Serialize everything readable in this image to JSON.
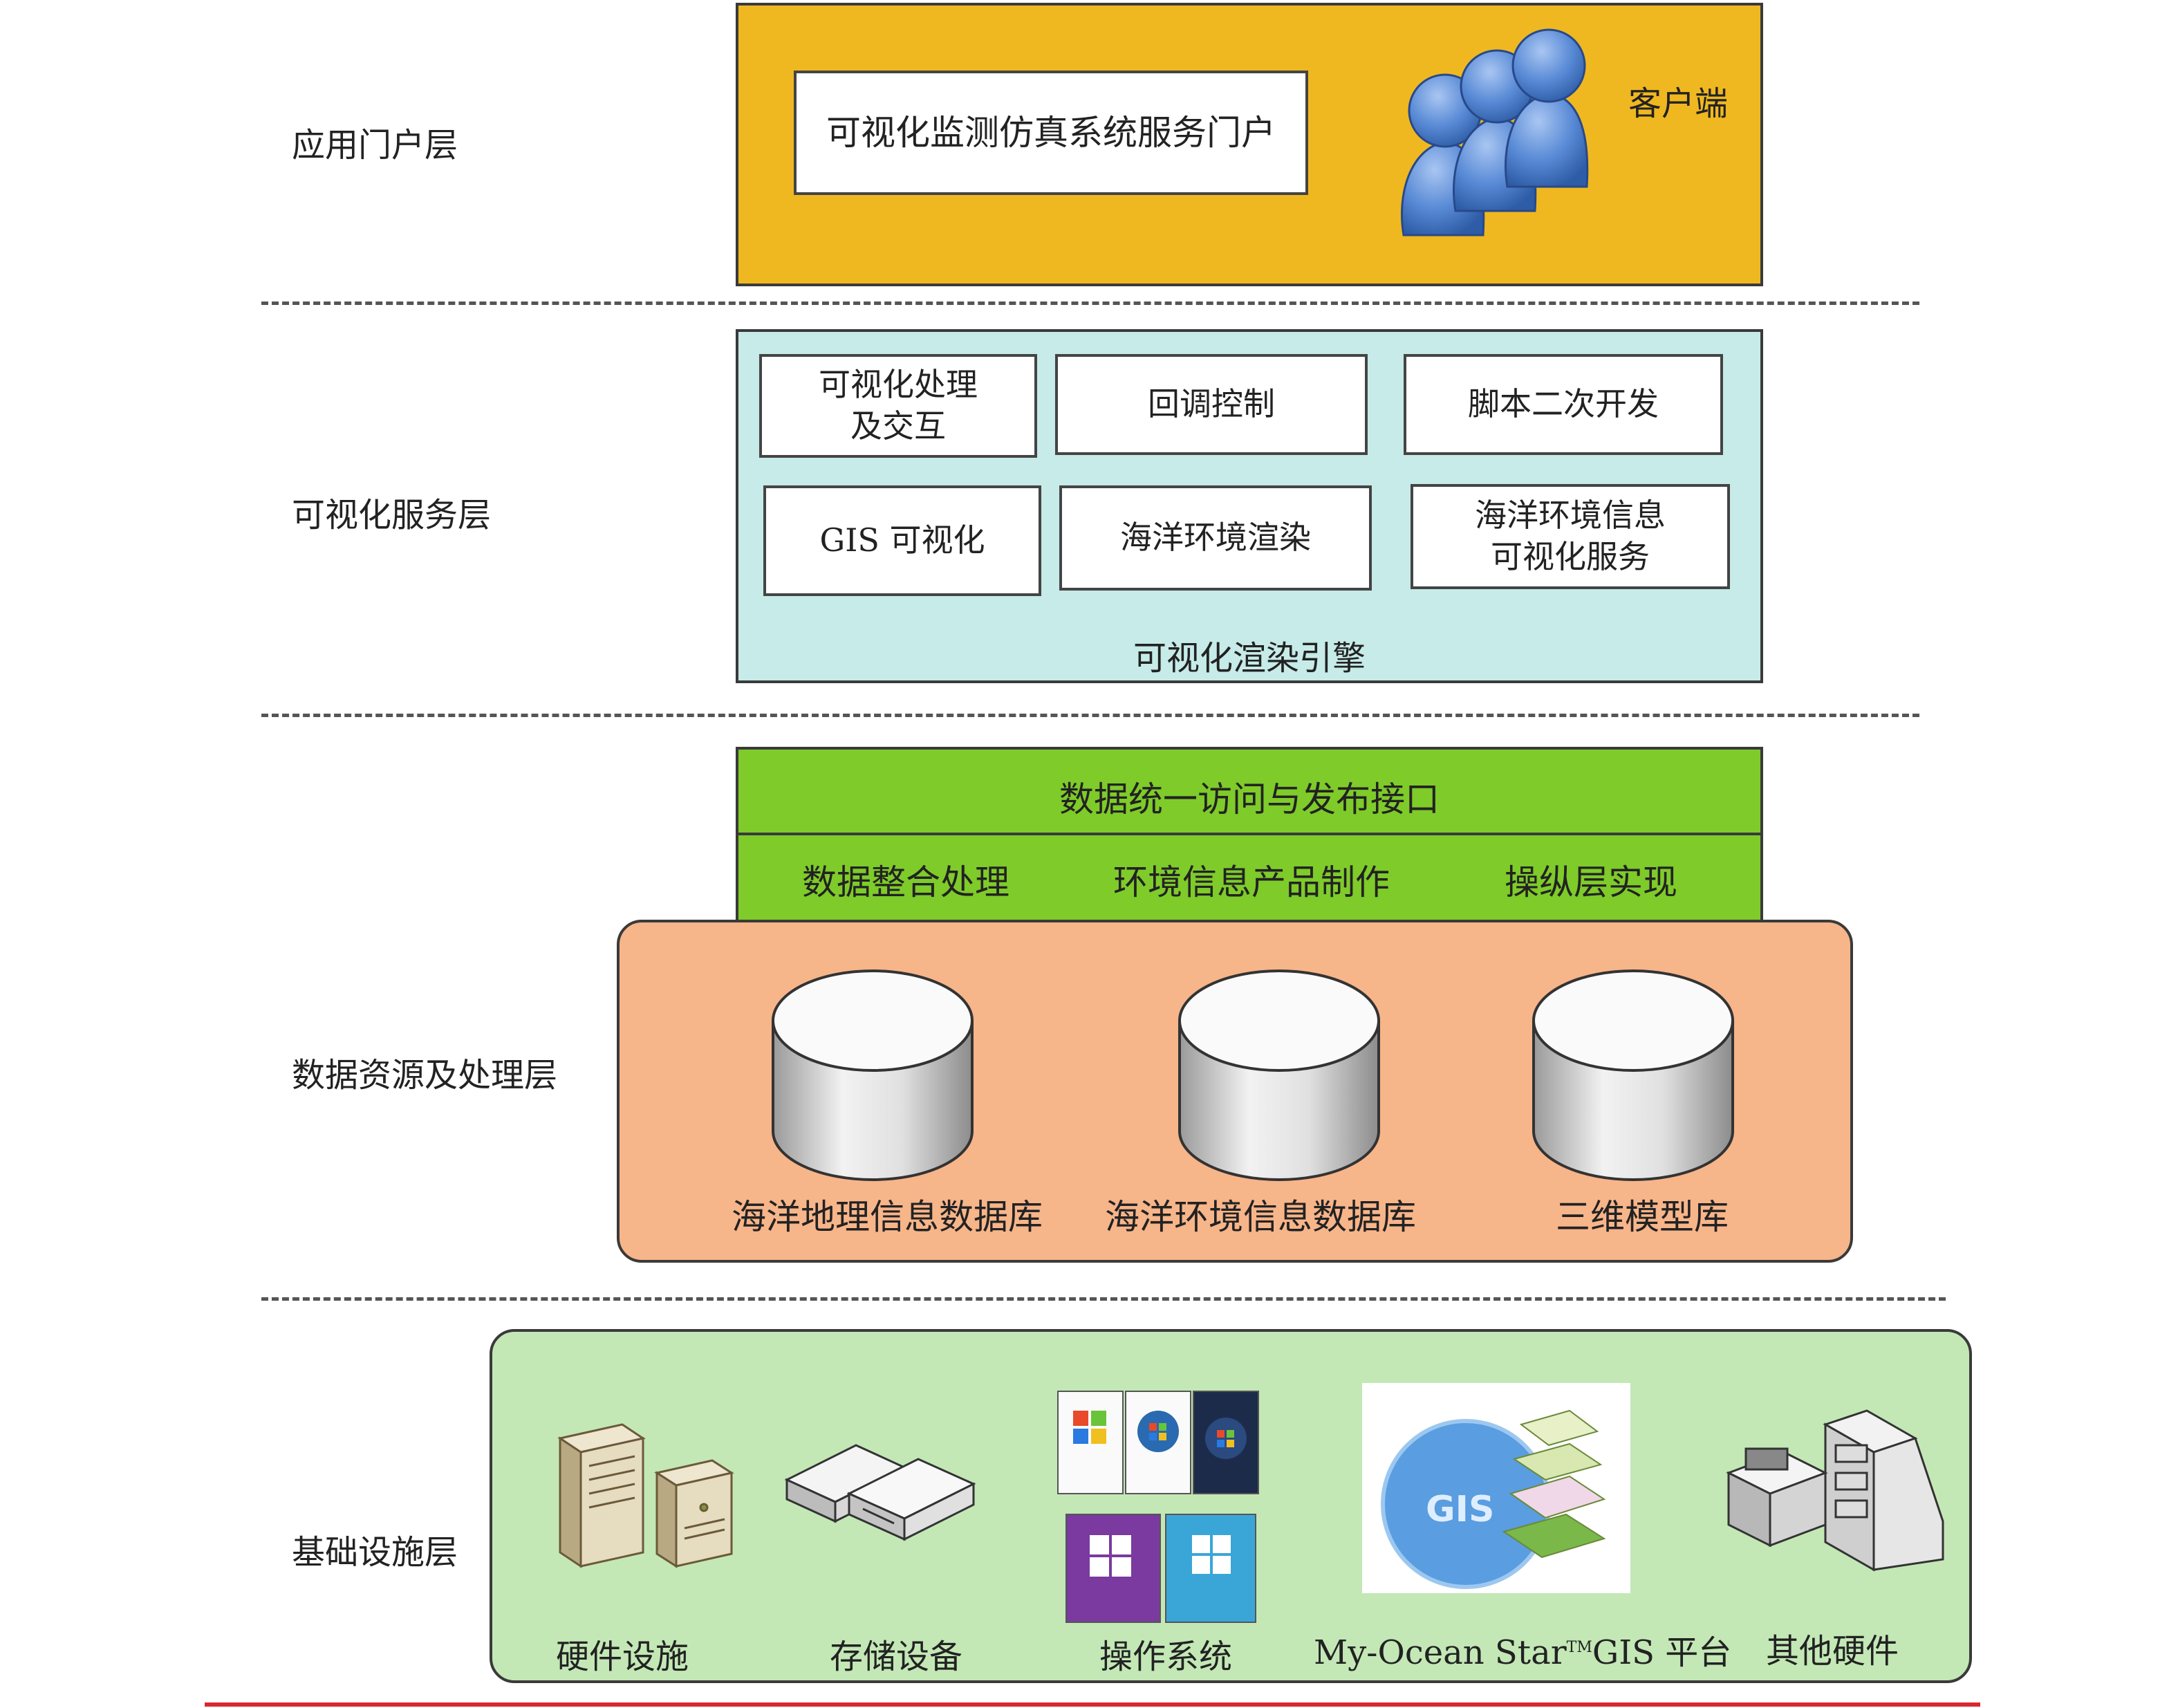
{
  "layers": {
    "portal": "应用门户层",
    "service": "可视化服务层",
    "data": "数据资源及处理层",
    "infra": "基础设施层"
  },
  "portal_panel": {
    "portal_box": "可视化监测仿真系统服务门户",
    "client_label": "客户端"
  },
  "service_panel": {
    "boxes": [
      "可视化处理\n及交互",
      "回调控制",
      "脚本二次开发",
      "GIS 可视化",
      "海洋环境渲染",
      "海洋环境信息\n可视化服务"
    ],
    "engine_label": "可视化渲染引擎"
  },
  "interface_panel": {
    "top": "数据统一访问与发布接口",
    "items": [
      "数据整合处理",
      "环境信息产品制作",
      "操纵层实现"
    ]
  },
  "databases": [
    "海洋地理信息数据库",
    "海洋环境信息数据库",
    "三维模型库"
  ],
  "infra": {
    "items": [
      "硬件设施",
      "存储设备",
      "操作系统",
      "My-Ocean Star",
      "GIS 平台",
      "其他硬件"
    ],
    "tm": "TM",
    "gis_logo": "GIS"
  },
  "colors": {
    "portal_bg": "#f0b820",
    "service_bg": "#c6ebe8",
    "interface_bg": "#7ecb2a",
    "data_bg": "#f7b58a",
    "infra_bg": "#c3e8b6",
    "user_blue": "#5a8bd6",
    "bottom_line": "#d9282f"
  }
}
